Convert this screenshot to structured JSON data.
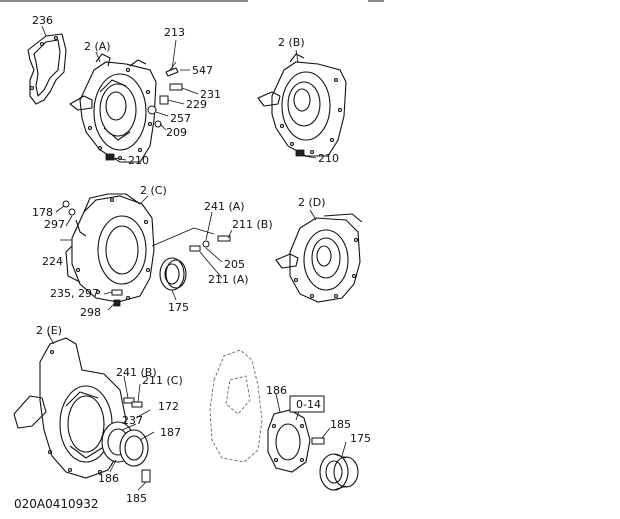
{
  "callouts": {
    "c236": "236",
    "c2a": "2 (A)",
    "c213": "213",
    "c547": "547",
    "c231": "231",
    "c229": "229",
    "c257": "257",
    "c209": "209",
    "c210a": "210",
    "c2b": "2 (B)",
    "c210b": "210",
    "c2c": "2 (C)",
    "c178": "178",
    "c297": "297",
    "c224": "224",
    "c235_297": "235, 297",
    "c298": "298",
    "c175a": "175",
    "c241a": "241 (A)",
    "c211b": "211 (B)",
    "c205": "205",
    "c211a": "211 (A)",
    "c2d": "2 (D)",
    "c2e": "2 (E)",
    "c241b": "241 (B)",
    "c211c": "211 (C)",
    "c172": "172",
    "c237": "237",
    "c187": "187",
    "c186a": "186",
    "c185a": "185",
    "c186b": "186",
    "c014": "0-14",
    "c185b": "185",
    "c175b": "175"
  },
  "diagram_code": "020A0410932"
}
